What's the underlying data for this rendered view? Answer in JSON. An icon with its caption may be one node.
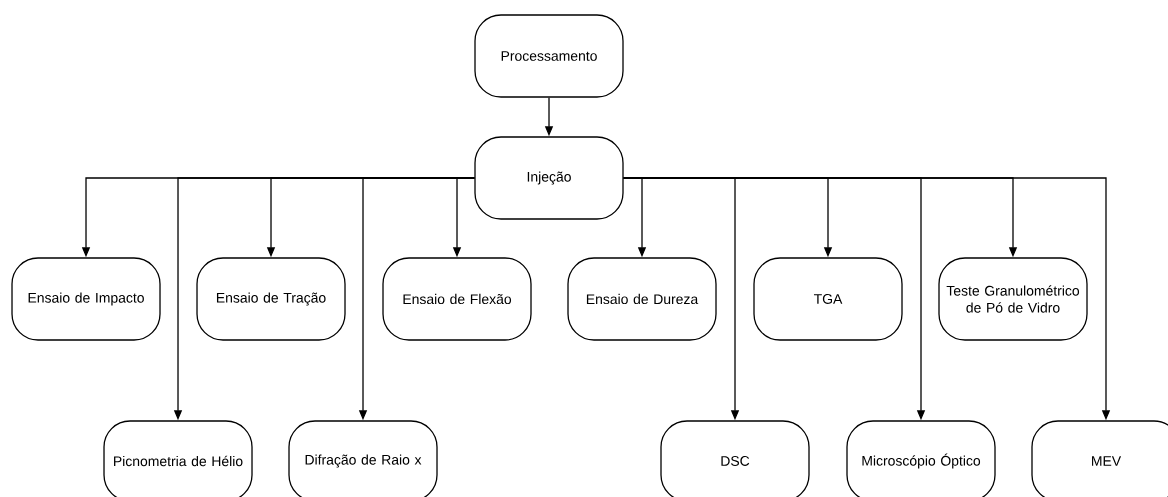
{
  "diagram": {
    "nodes": [
      {
        "text": [
          "Processamento"
        ]
      },
      {
        "text": [
          "Injeção"
        ]
      },
      {
        "text": [
          "Ensaio de Impacto"
        ]
      },
      {
        "text": [
          "Ensaio de Tração"
        ]
      },
      {
        "text": [
          "Ensaio de Flexão"
        ]
      },
      {
        "text": [
          "Ensaio de Dureza"
        ]
      },
      {
        "text": [
          "TGA"
        ]
      },
      {
        "text": [
          "Teste Granulométrico de Pó de Vidro"
        ]
      },
      {
        "text": [
          "Picnometria de Hélio"
        ]
      },
      {
        "text": [
          "Difração de Raio x"
        ]
      },
      {
        "text": [
          "DSC"
        ]
      },
      {
        "text": [
          "Microscópio Óptico"
        ]
      },
      {
        "text": [
          "MEV"
        ]
      }
    ],
    "edges": [
      {
        "from": 0,
        "to": 1,
        "arrow": "to"
      },
      {
        "from": 1,
        "to": 2,
        "arrow": "to"
      },
      {
        "from": 1,
        "to": 8,
        "arrow": "to"
      },
      {
        "from": 1,
        "to": 3,
        "arrow": "to"
      },
      {
        "from": 1,
        "to": 9,
        "arrow": "to"
      },
      {
        "from": 1,
        "to": 4,
        "arrow": "to"
      },
      {
        "from": 1,
        "to": 5,
        "arrow": "to"
      },
      {
        "from": 1,
        "to": 10,
        "arrow": "to"
      },
      {
        "from": 1,
        "to": 6,
        "arrow": "to"
      },
      {
        "from": 1,
        "to": 11,
        "arrow": "to"
      },
      {
        "from": 1,
        "to": 7,
        "arrow": "to"
      },
      {
        "from": 1,
        "to": 12,
        "arrow": "to"
      }
    ]
  }
}
